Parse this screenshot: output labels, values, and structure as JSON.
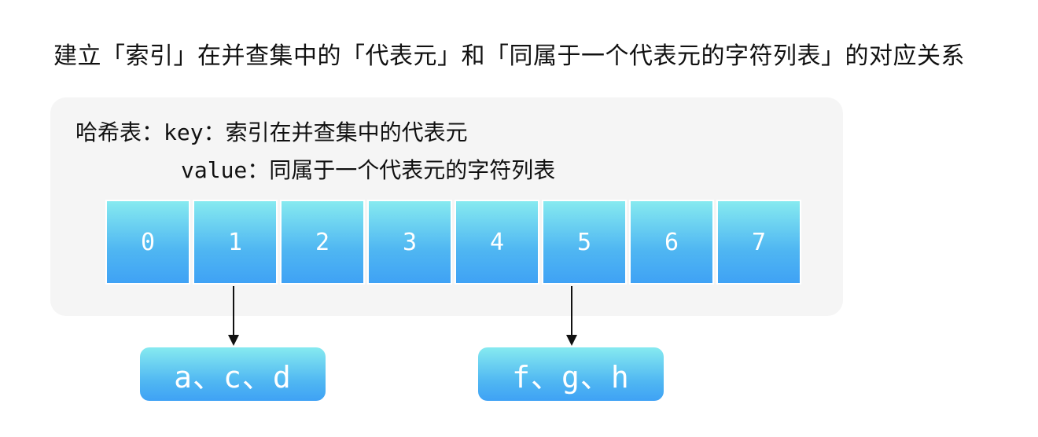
{
  "title": "建立「索引」在并查集中的「代表元」和「同属于一个代表元的字符列表」的对应关系",
  "hash_label": {
    "prefix": "哈希表：",
    "key_word": "key",
    "key_desc": "：索引在并查集中的代表元",
    "value_word": "value",
    "value_desc": "：同属于一个代表元的字符列表"
  },
  "cells": [
    "0",
    "1",
    "2",
    "3",
    "4",
    "5",
    "6",
    "7"
  ],
  "buckets": [
    {
      "index": "1",
      "text": "a、c、d"
    },
    {
      "index": "5",
      "text": "f、g、h"
    }
  ],
  "colors": {
    "cell_top": "#86eaf0",
    "cell_bottom": "#3fa2f5",
    "panel": "#f5f5f5"
  }
}
